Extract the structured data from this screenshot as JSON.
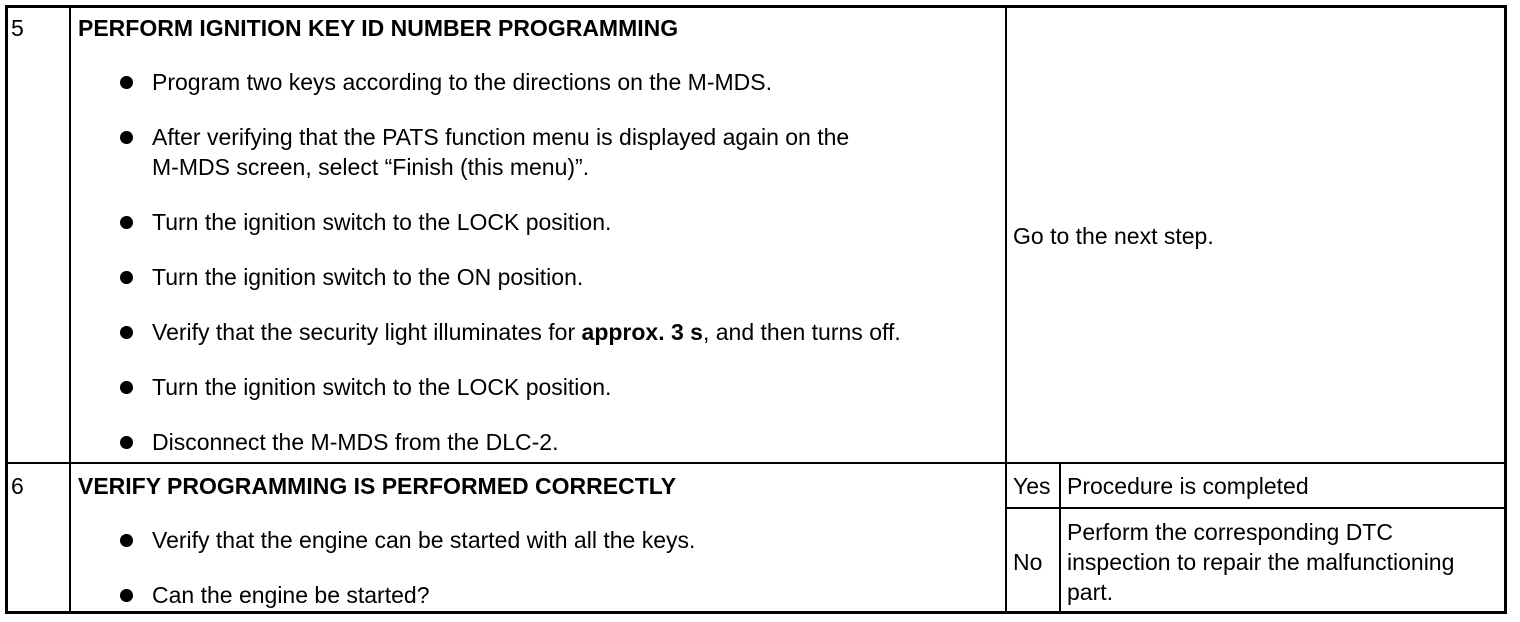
{
  "steps": [
    {
      "number": "5",
      "title": "PERFORM IGNITION KEY ID NUMBER PROGRAMMING",
      "bullets": [
        {
          "lines": [
            "Program two keys according to the directions on the M-MDS."
          ]
        },
        {
          "lines": [
            "After verifying that the PATS function menu is displayed again on the",
            "M-MDS screen, select “Finish (this menu)”."
          ]
        },
        {
          "lines": [
            "Turn the ignition switch to the LOCK position."
          ]
        },
        {
          "lines": [
            "Turn the ignition switch to the ON position."
          ]
        },
        {
          "pre": "Verify that the security light illuminates for ",
          "bold": "approx. 3 s",
          "post": ", and then turns off."
        },
        {
          "lines": [
            "Turn the ignition switch to the LOCK position."
          ]
        },
        {
          "lines": [
            "Disconnect the M-MDS from the DLC-2."
          ]
        }
      ],
      "action": "Go to the next step."
    },
    {
      "number": "6",
      "title": "VERIFY PROGRAMMING IS PERFORMED CORRECTLY",
      "bullets": [
        {
          "lines": [
            "Verify that the engine can be started with all the keys."
          ]
        },
        {
          "lines": [
            "Can the engine be started?"
          ]
        }
      ],
      "results": [
        {
          "answer": "Yes",
          "action_lines": [
            "Procedure is completed"
          ]
        },
        {
          "answer": "No",
          "action_lines": [
            "Perform the corresponding DTC",
            "inspection to repair the malfunctioning",
            "part."
          ]
        }
      ]
    }
  ]
}
